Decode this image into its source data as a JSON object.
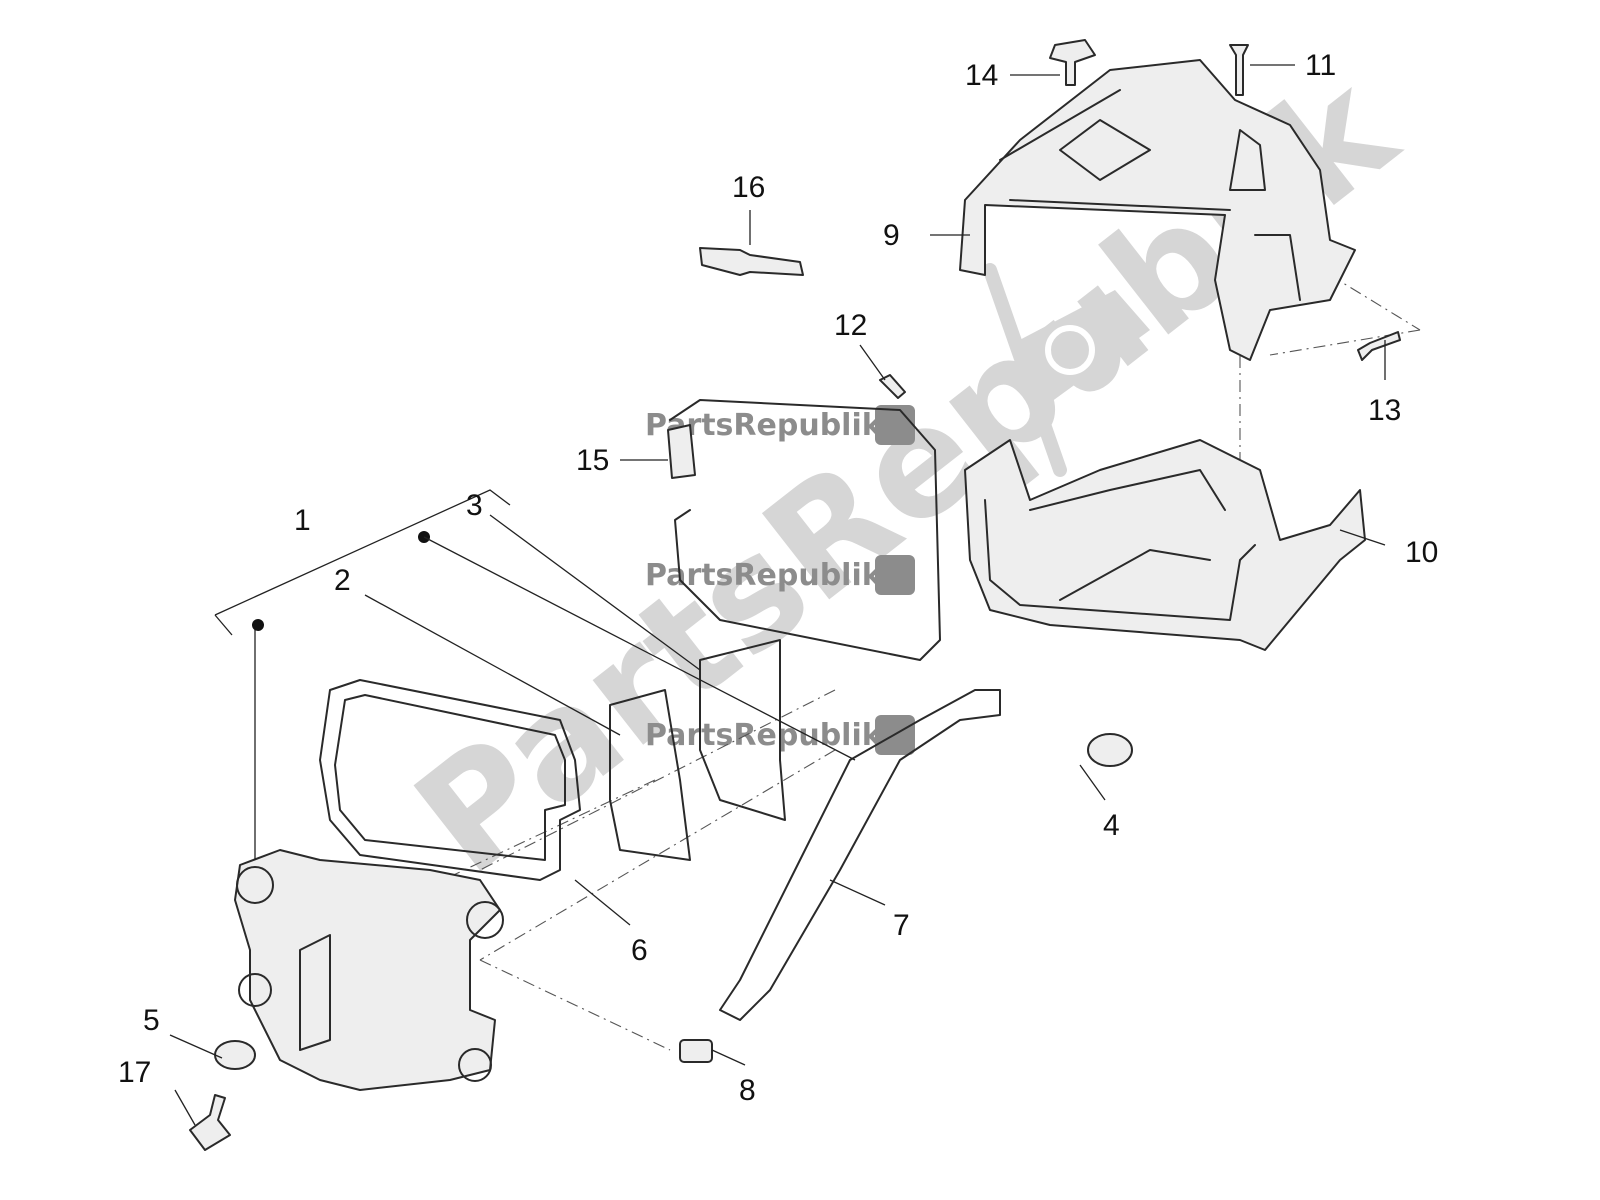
{
  "watermark": {
    "brand_text": "PartsRepublik",
    "diagonal_text": "PartsRepublik"
  },
  "callouts": [
    "1",
    "2",
    "3",
    "4",
    "5",
    "6",
    "7",
    "8",
    "9",
    "10",
    "11",
    "12",
    "13",
    "14",
    "15",
    "16",
    "17"
  ],
  "colors": {
    "line": "#2a2a2a",
    "watermark": "#d6d6d6",
    "watermark_text": "#8c8c8c"
  }
}
